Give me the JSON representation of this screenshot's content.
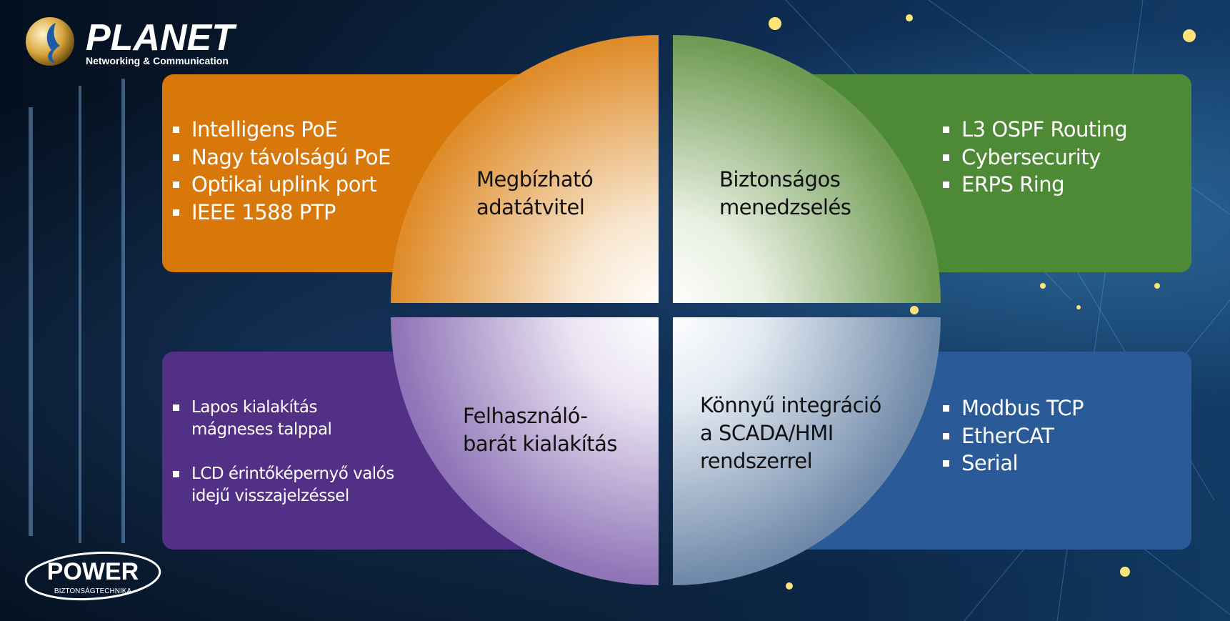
{
  "brand": {
    "planet_logo_text": "PLANET",
    "planet_tagline": "Networking & Communication",
    "power_logo_text": "POWER",
    "power_tagline": "BIZTONSÁGTECHNIKA"
  },
  "quadrants": {
    "top_left": {
      "title_line1": "Megbízható",
      "title_line2": "adatátvitel",
      "items": [
        "Intelligens PoE",
        "Nagy távolságú PoE",
        "Optikai uplink port",
        "IEEE 1588 PTP"
      ],
      "color": "#d9780a"
    },
    "top_right": {
      "title_line1": "Biztonságos",
      "title_line2": "menedzselés",
      "items": [
        "L3 OSPF Routing",
        "Cybersecurity",
        "ERPS Ring"
      ],
      "color": "#4e8a35"
    },
    "bottom_left": {
      "title_line1": "Felhasználó-",
      "title_line2": "barát kialakítás",
      "items": [
        {
          "line1": "Lapos kialakítás",
          "line2": "mágneses talppal"
        },
        {
          "line1": "LCD érintőképernyő valós",
          "line2": "idejű visszajelzéssel"
        }
      ],
      "color": "#523085"
    },
    "bottom_right": {
      "title_line1": "Könnyű integráció",
      "title_line2": "a SCADA/HMI",
      "title_line3": "rendszerrel",
      "items": [
        "Modbus TCP",
        "EtherCAT",
        "Serial"
      ],
      "color": "#2a5a98"
    }
  }
}
